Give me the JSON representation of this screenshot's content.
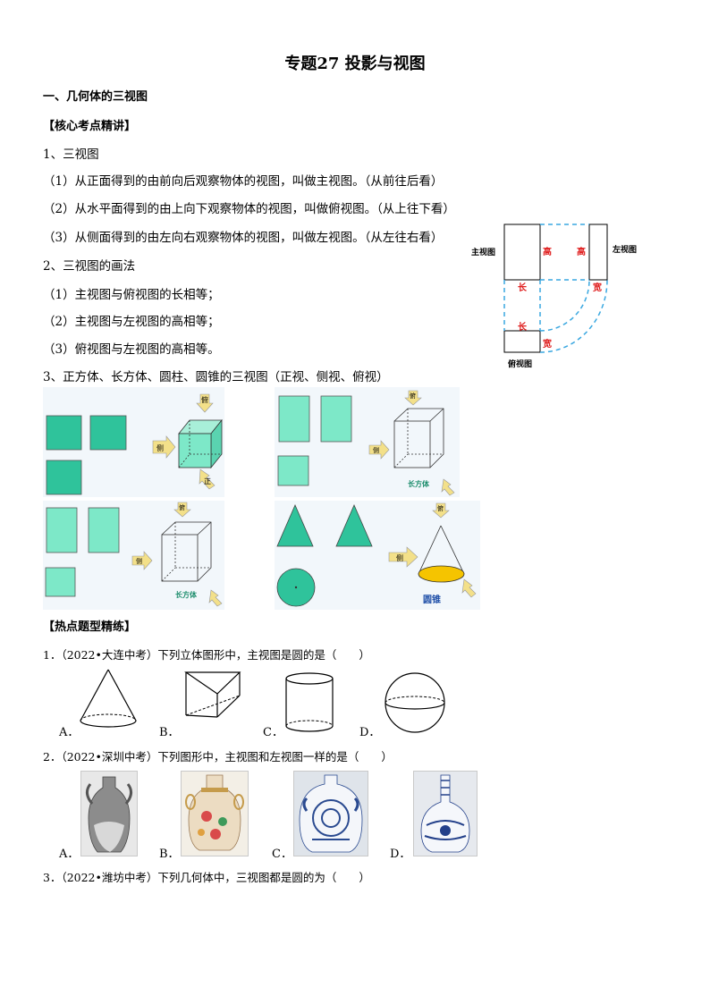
{
  "title": "专题27  投影与视图",
  "section1": "一、几何体的三视图",
  "core_header": "【核心考点精讲】",
  "item1_title": "1、三视图",
  "item1_lines": [
    "（1）从正面得到的由前向后观察物体的视图，叫做主视图。（从前往后看）",
    "（2）从水平面得到的由上向下观察物体的视图，叫做俯视图。（从上往下看）",
    "（3）从侧面得到的由左向右观察物体的视图，叫做左视图。（从左往右看）"
  ],
  "item2_title": "2、三视图的画法",
  "item2_lines": [
    "（1）主视图与俯视图的长相等；",
    "（2）主视图与左视图的高相等；",
    "（3）俯视图与左视图的高相等。"
  ],
  "item3_title": "3、正方体、长方体、圆柱、圆锥的三视图（正视、侧视、俯视）",
  "diagram": {
    "main": "主视图",
    "left": "左视图",
    "top": "俯视图",
    "gao1": "高",
    "gao2": "高",
    "chang1": "长",
    "chang2": "长",
    "kuan1": "宽",
    "kuan2": "宽"
  },
  "panels": {
    "fu": "俯",
    "ce": "侧",
    "zheng": "正",
    "cuboid_label": "长方体",
    "cone_label": "圆锥"
  },
  "hot_header": "【热点题型精练】",
  "questions": {
    "q1": "1．（2022•大连中考）下列立体图形中，主视图是圆的是（　　）",
    "q2": "2．（2022•深圳中考）下列图形中，主视图和左视图一样的是（　　）",
    "q3": "3．（2022•潍坊中考）下列几何体中，三视图都是圆的为（　　）"
  },
  "options": [
    "A．",
    "B．",
    "C．",
    "D．"
  ],
  "colors": {
    "teal": "#2fc39b",
    "teal_light": "#7de8c8",
    "dashed_blue": "#39a7e0",
    "red": "#e02020",
    "cone_fill": "#f5c400",
    "arrow": "#f3e089"
  }
}
